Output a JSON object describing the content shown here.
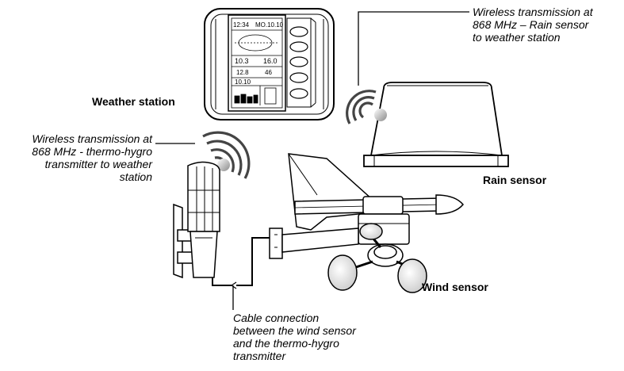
{
  "labels": {
    "weather_station": "Weather station",
    "rain_sensor": "Rain sensor",
    "wind_sensor": "Wind sensor",
    "rain_wireless": [
      "Wireless transmission at",
      "868 MHz – Rain sensor",
      "to weather station"
    ],
    "thermo_wireless": [
      "Wireless transmission at",
      "868 MHz - thermo-hygro",
      "transmitter to weather",
      "station"
    ],
    "cable": [
      "Cable connection",
      "between the wind sensor",
      "and the thermo-hygro",
      "transmitter"
    ]
  },
  "display": {
    "time": "12:34",
    "date": "MO.10.10",
    "temp_left": "10.3",
    "temp_right": "16.0",
    "humidity_left": "12.8",
    "humidity_right": "46",
    "rain": "10.10"
  }
}
